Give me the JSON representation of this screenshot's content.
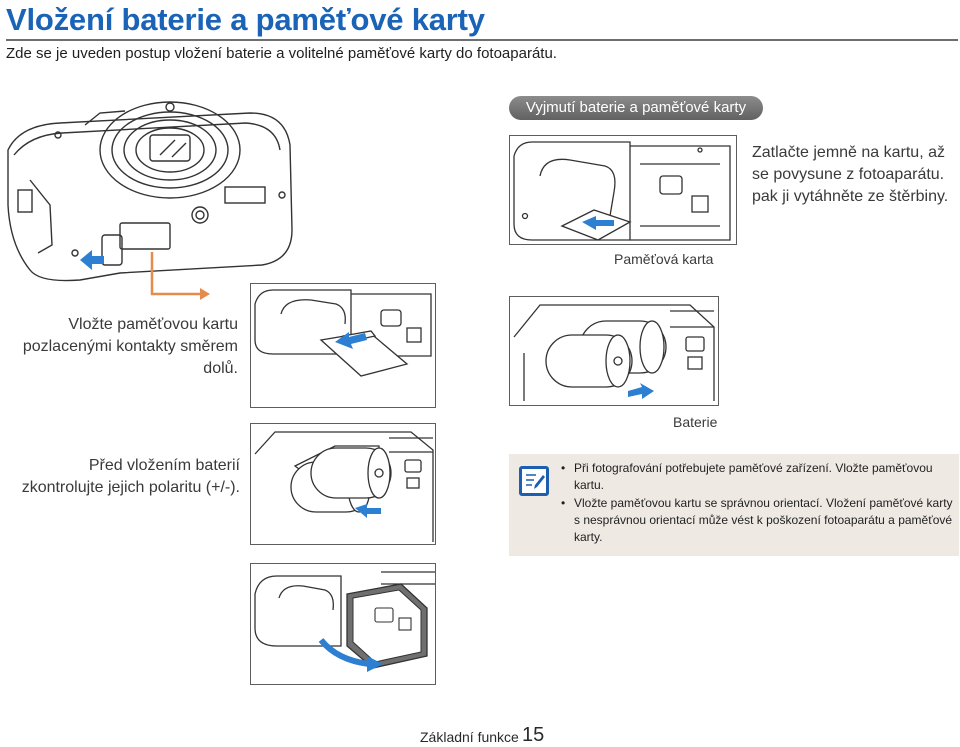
{
  "header": {
    "title": "Vložení baterie a paměťové karty",
    "subtitle": "Zde se je uveden postup vložení baterie a volitelné paměťové karty do fotoaparátu."
  },
  "removal": {
    "pill": "Vyjmutí baterie a paměťové karty",
    "caption": [
      "Zatlačte jemně na kartu, až",
      "se povysune z fotoaparátu.",
      "pak ji vytáhněte ze štěrbiny."
    ],
    "card_label": "Paměťová karta"
  },
  "insert_card": {
    "caption": [
      "Vložte paměťovou kartu",
      "pozlacenými kontakty směrem",
      "dolů."
    ]
  },
  "battery": {
    "label": "Baterie",
    "caption": [
      "Před vložením baterií",
      "zkontrolujte jejich polaritu (+/-)."
    ]
  },
  "note": {
    "icon": "pencil-note-icon",
    "items": [
      "Při fotografování potřebujete paměťové zařízení. Vložte paměťovou kartu.",
      "Vložte paměťovou kartu se správnou orientací. Vložení paměťové karty s nesprávnou orientací může vést k poškození fotoaparátu a paměťové karty."
    ]
  },
  "footer": {
    "section": "Základní funkce",
    "page": "15"
  },
  "colors": {
    "title": "#1a63b7",
    "arrow": "#2d7fd1",
    "bracket": "#e58b4b",
    "note_bg": "#efe9e4"
  }
}
